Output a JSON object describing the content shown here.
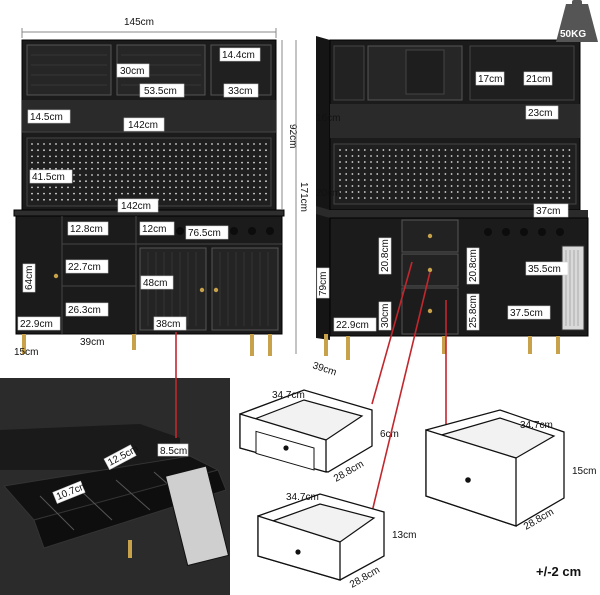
{
  "badge": {
    "weight": "50KG"
  },
  "front_view": {
    "width_total": "145cm",
    "upper_glass_height": "30cm",
    "upper_glass_width": "53.5cm",
    "rack_height": "14.4cm",
    "rack_width": "33cm",
    "shelf_height": "14.5cm",
    "shelf_width": "142cm",
    "hutch_height": "92cm",
    "pegboard_height": "41.5cm",
    "counter_width": "142cm",
    "total_height": "171cm",
    "drawer_top_height": "12.8cm",
    "drawer_mid_height": "22.7cm",
    "drawer_low_height": "26.3cm",
    "side_cab_height": "64cm",
    "side_cab_width": "22.9cm",
    "base_width": "39cm",
    "leg_height": "15cm",
    "wine_rack_height": "12cm",
    "wine_rack_width": "76.5cm",
    "glass_door_height": "48cm",
    "glass_door_width": "38cm"
  },
  "side_view": {
    "top_depth": "16cm",
    "cubby_height": "17cm",
    "rack_height": "21cm",
    "rack_width": "23cm",
    "counter_depth": "20cm",
    "counter_width": "37cm",
    "lower_height": "79cm",
    "drawer_1": "20.8cm",
    "drawer_2": "20.8cm",
    "drawer_3": "30cm",
    "drawer_4": "25.8cm",
    "inner_height": "35.5cm",
    "inner_depth": "37.5cm",
    "side_width": "22.9cm",
    "base_depth": "39cm"
  },
  "detail": {
    "divider_a": "8.5cm",
    "divider_b": "12.5cm",
    "divider_c": "10.7cm"
  },
  "drawers": [
    {
      "width": "34.7cm",
      "depth": "28.8cm",
      "height": "6cm"
    },
    {
      "width": "34.7cm",
      "depth": "28.8cm",
      "height": "13cm"
    },
    {
      "width": "34.7cm",
      "depth": "28.8cm",
      "height": "15cm"
    }
  ],
  "tolerance": "+/-2 cm"
}
